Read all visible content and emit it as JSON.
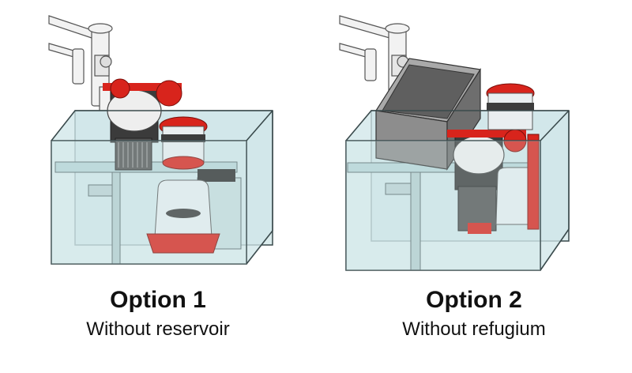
{
  "options": [
    {
      "title": "Option 1",
      "subtitle": "Without reservoir",
      "icon": "sump-with-refugium-illustration"
    },
    {
      "title": "Option 2",
      "subtitle": "Without refugium",
      "icon": "sump-with-reservoir-illustration"
    }
  ],
  "colors": {
    "glass": "#cfe6e8",
    "glass_edge": "#3a4a4c",
    "accent_red": "#d8241c",
    "reservoir_gray": "#8d8d8d",
    "pipe_white": "#f2f2f2"
  }
}
